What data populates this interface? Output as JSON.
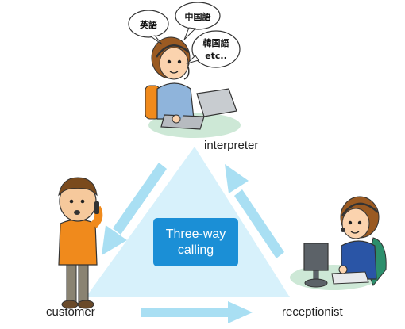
{
  "center": {
    "line1": "Three-way",
    "line2": "calling"
  },
  "labels": {
    "interpreter": "interpreter",
    "customer": "customer",
    "receptionist": "receptionist"
  },
  "bubbles": {
    "english": "英語",
    "chinese": "中国語",
    "korean": "韓国語",
    "etc": "etc.."
  },
  "colors": {
    "triangle": "#d6f0fb",
    "arrows": "#a9dff3",
    "center_box": "#1b8fd6"
  }
}
